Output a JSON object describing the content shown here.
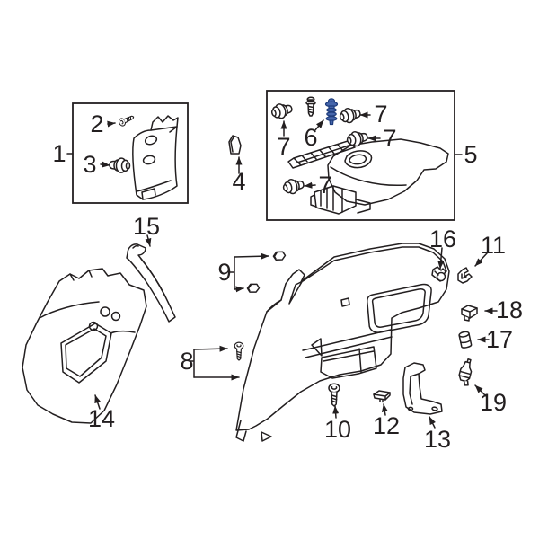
{
  "colors": {
    "background": "#ffffff",
    "line": "#231f20",
    "highlight_fill": "#4565ab",
    "highlight_stroke": "#1e3c7c"
  },
  "callouts": {
    "c1": "1",
    "c2": "2",
    "c3": "3",
    "c4": "4",
    "c5": "5",
    "c6": "6",
    "c7": "7",
    "c8": "8",
    "c9": "9",
    "c10": "10",
    "c11": "11",
    "c12": "12",
    "c13": "13",
    "c14": "14",
    "c15": "15",
    "c16": "16",
    "c17": "17",
    "c18": "18",
    "c19": "19"
  }
}
